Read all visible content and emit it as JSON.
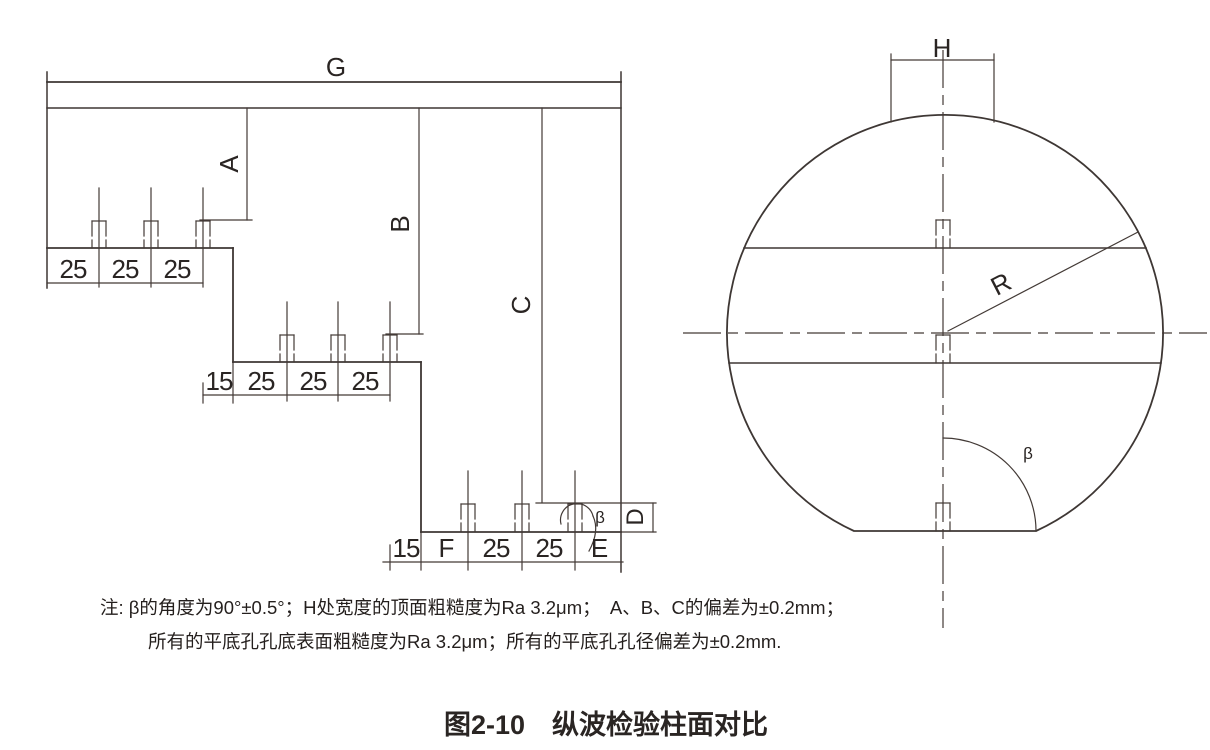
{
  "caption": "图2-10　纵波检验柱面对比",
  "notes": {
    "line1": "注: β的角度为90°±0.5°；H处宽度的顶面粗糙度为Ra 3.2μm；　A、B、C的偏差为±0.2mm；",
    "line2": "所有的平底孔孔底表面粗糙度为Ra 3.2μm；所有的平底孔孔径偏差为±0.2mm."
  },
  "side_view": {
    "overall_label": "G",
    "depth_a": "A",
    "depth_b": "B",
    "depth_c": "C",
    "thickness_d": "D",
    "angle": "β",
    "step1_dims": [
      "25",
      "25",
      "25"
    ],
    "step2_dims": [
      "15",
      "25",
      "25",
      "25"
    ],
    "step3_dims": [
      "15",
      "F",
      "25",
      "25",
      "E"
    ]
  },
  "end_view": {
    "width_label": "H",
    "radius_label": "R",
    "angle": "β"
  },
  "colors": {
    "line": "#3e3734",
    "caption": "#2a5caa",
    "text": "#241f1d"
  }
}
